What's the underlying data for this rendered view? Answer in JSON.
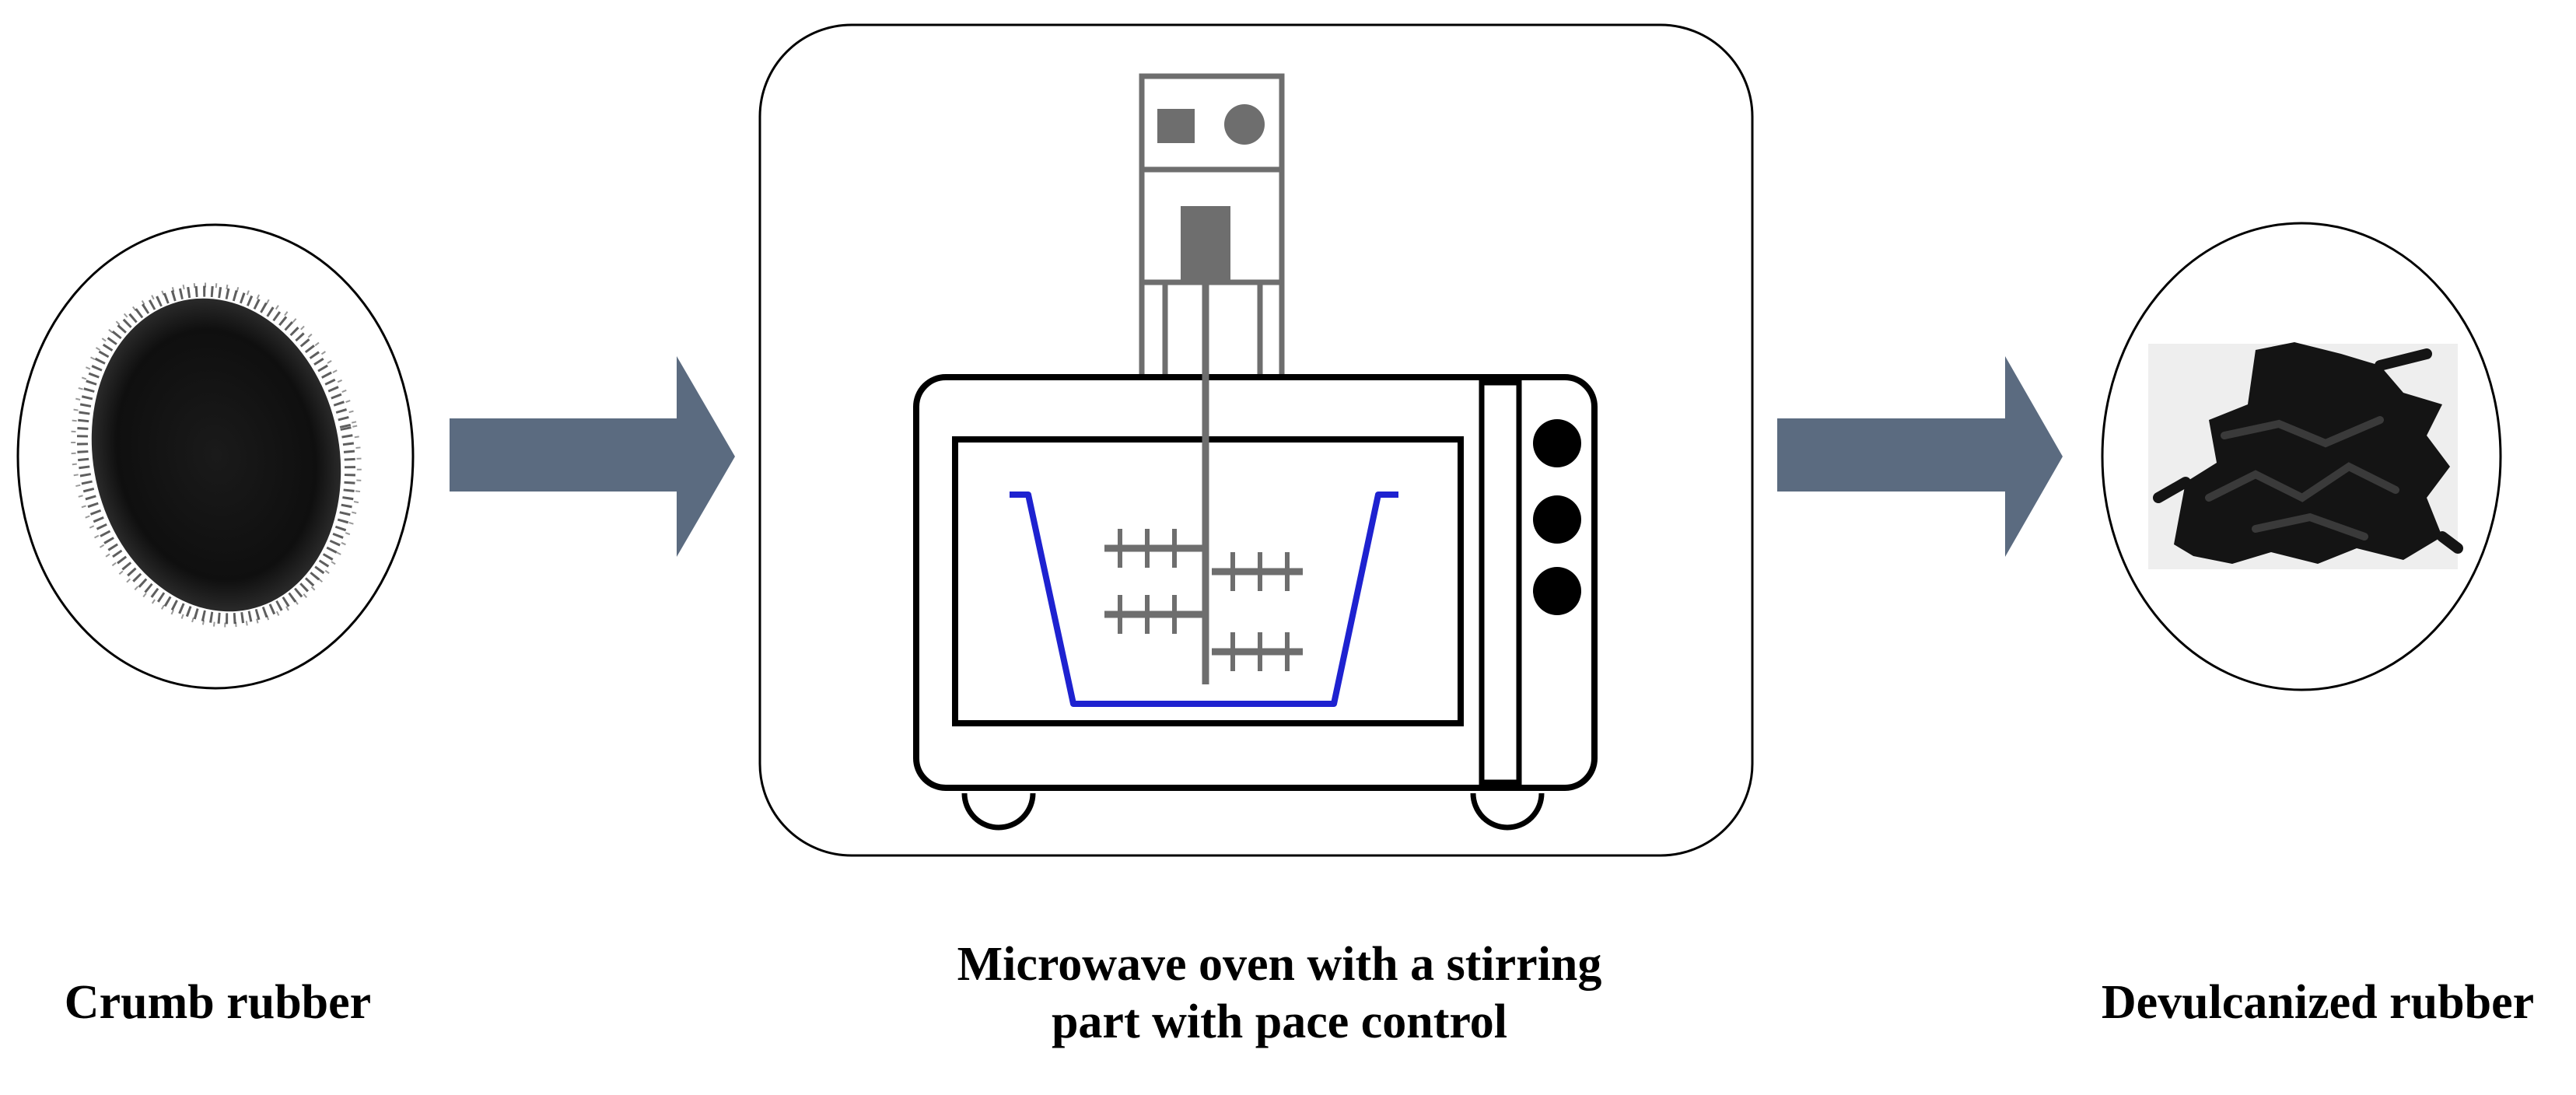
{
  "captions": {
    "input": "Crumb rubber",
    "process_line1": "Microwave oven with a stirring",
    "process_line2": "part with pace control",
    "output": "Devulcanized rubber"
  },
  "colors": {
    "arrow": "#5b6b80",
    "bowl": "#1e22d0",
    "stirrer": "#6e6e6e",
    "oven_outline": "#000000",
    "rubber": "#141414"
  },
  "icons": {
    "input_sample": "crumb-rubber-photo",
    "output_sample": "devulcanized-rubber-photo",
    "flow_arrow": "right-arrow-icon",
    "control_knob": "knob-icon",
    "stirrer_motor": "motor-unit-icon"
  }
}
